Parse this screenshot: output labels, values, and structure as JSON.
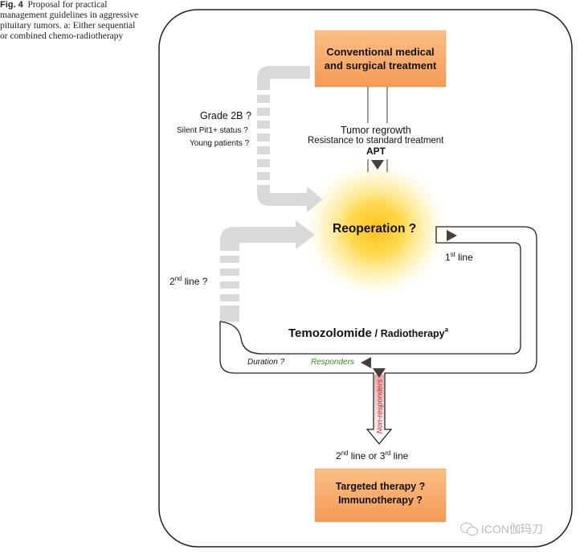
{
  "caption": {
    "fig_label": "Fig. 4",
    "text": "Proposal for practical management guidelines in aggressive pituitary tumors. a: Either sequential or combined chemo-radiotherapy"
  },
  "boxes": {
    "conventional": {
      "line1": "Conventional medical",
      "line2": "and surgical treatment"
    },
    "targeted": {
      "line1": "Targeted therapy ?",
      "line2": "Immunotherapy ?"
    }
  },
  "labels": {
    "grade": "Grade 2B ?",
    "silent": "Silent Pit1+ status ?",
    "young": "Young patients ?",
    "regrowth": "Tumor regrowth",
    "resistance": "Resistance to standard treatment",
    "apt": "APT",
    "reoperation": "Reoperation ?",
    "first_line_num": "1",
    "first_line_sup": "st",
    "first_line_text": " line",
    "second_line_num": "2",
    "second_line_sup": "nd",
    "second_line_text": " line ?",
    "temozolomide": "Temozolomide",
    "slash": " / ",
    "radiotherapy": "Radiotherapy",
    "radio_sup": "a",
    "duration": "Duration ?",
    "responders": "Responders",
    "non_responders": "Non-responders",
    "final_a": "2",
    "final_a_sup": "nd",
    "final_b": " line or 3",
    "final_b_sup": "rd",
    "final_c": " line"
  },
  "watermark": "ICON伽玛刀",
  "colors": {
    "box_fill": "#f7a868",
    "glow": "#ffd21e",
    "arrow_grey": "#d9d9d9",
    "dark_marker": "#4a4039",
    "responders": "#3a8a1e",
    "non_responders": "#c0262a"
  }
}
